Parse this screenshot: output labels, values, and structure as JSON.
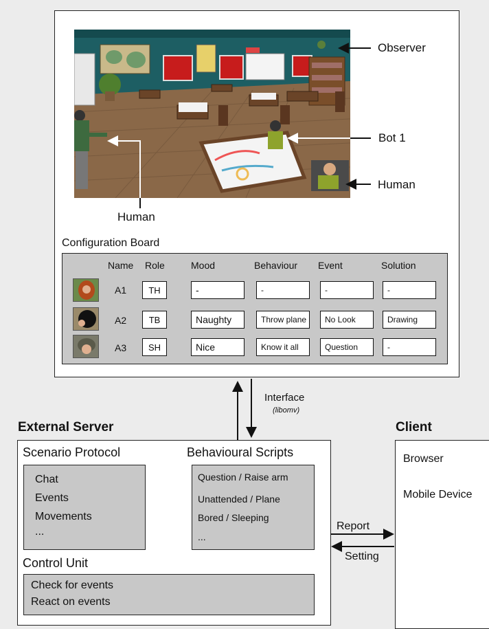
{
  "scene": {
    "labels": {
      "observer": "Observer",
      "bot1": "Bot 1",
      "human_right": "Human",
      "human_bottom": "Human"
    }
  },
  "config_board": {
    "title": "Configuration Board",
    "headers": [
      "Name",
      "Role",
      "Mood",
      "Behaviour",
      "Event",
      "Solution"
    ],
    "rows": [
      {
        "name": "A1",
        "role": "TH",
        "mood": "-",
        "behaviour": "-",
        "event": "-",
        "solution": "-"
      },
      {
        "name": "A2",
        "role": "TB",
        "mood": "Naughty",
        "behaviour": "Throw plane",
        "event": "No Look",
        "solution": "Drawing"
      },
      {
        "name": "A3",
        "role": "SH",
        "mood": "Nice",
        "behaviour": "Know it all",
        "event": "Question",
        "solution": "-"
      }
    ]
  },
  "interface": {
    "label": "Interface",
    "sublabel": "(libomv)"
  },
  "external_server": {
    "title": "External Server",
    "scenario_protocol": {
      "title": "Scenario Protocol",
      "items": [
        "Chat",
        "Events",
        "Movements",
        "..."
      ]
    },
    "behavioural_scripts": {
      "title": "Behavioural Scripts",
      "items": [
        "Question / Raise arm",
        "Unattended / Plane",
        "Bored / Sleeping",
        "..."
      ]
    },
    "control_unit": {
      "title": "Control Unit",
      "items": [
        "Check for events",
        "React on events"
      ]
    }
  },
  "links": {
    "report": "Report",
    "setting": "Setting"
  },
  "client": {
    "title": "Client",
    "items": [
      "Browser",
      "Mobile Device"
    ]
  }
}
